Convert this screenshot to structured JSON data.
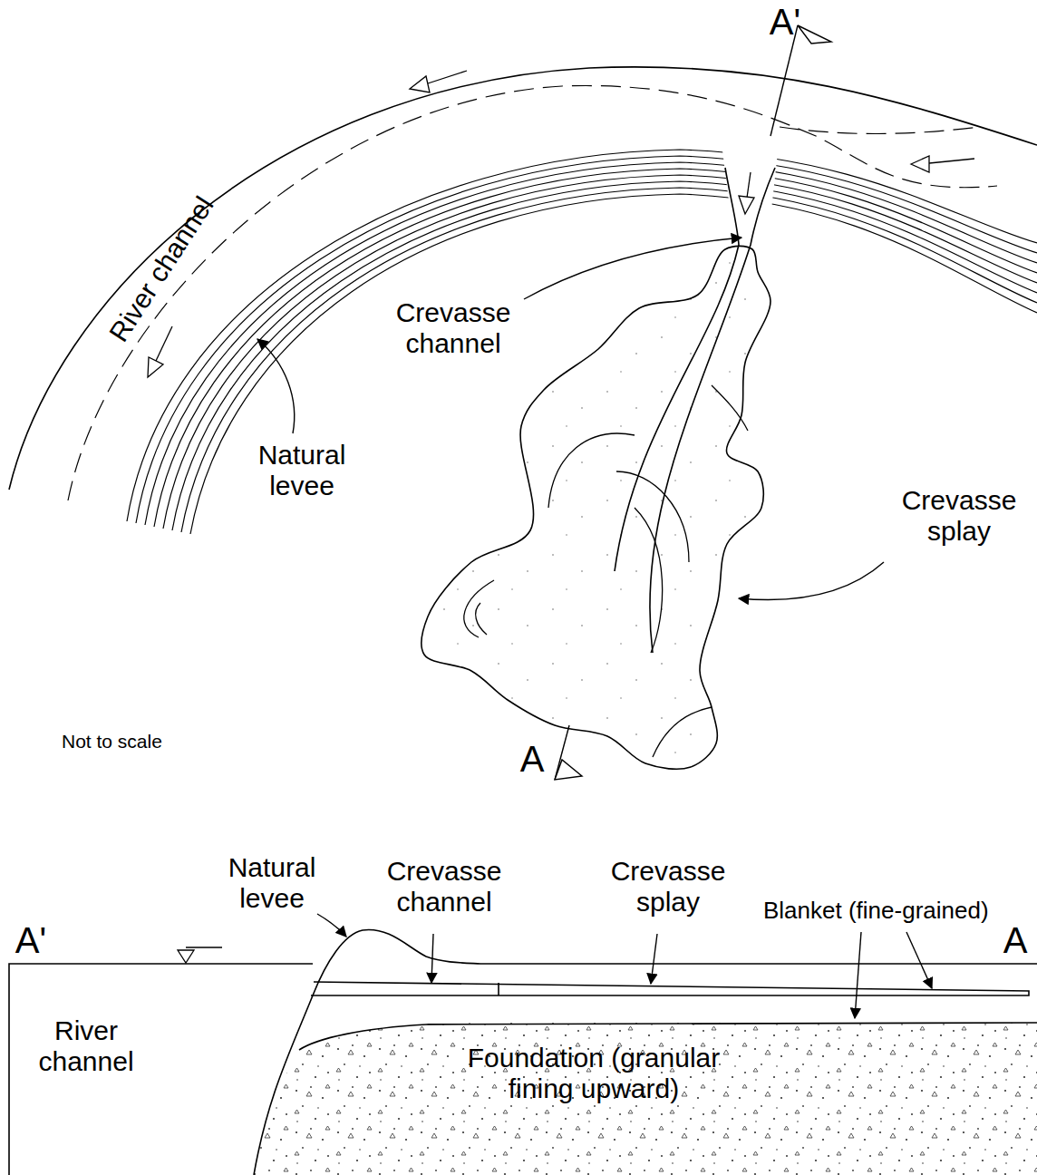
{
  "diagram": {
    "labels": [
      "A'",
      "River channel",
      "Crevasse channel",
      "Natural levee",
      "Crevasse splay",
      "A",
      "Not to scale",
      "Natural levee",
      "Crevasse channel",
      "Crevasse splay",
      "Blanket (fine-grained)",
      "A'",
      "A",
      "River channel",
      "Foundation (granular fining upward)"
    ]
  }
}
